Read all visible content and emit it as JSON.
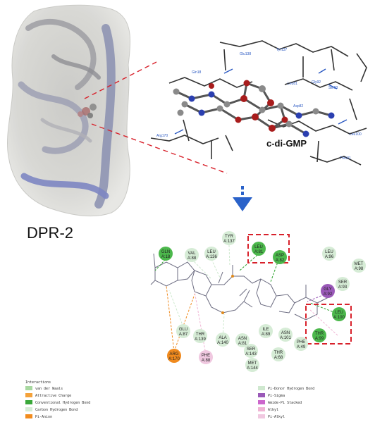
{
  "protein_label": "DPR-2",
  "ligand_label": "c-di-GMP",
  "residues_3d": [
    "Glu138",
    "Tyr137",
    "Gln18",
    "Leu81",
    "Asp82",
    "Ser93",
    "Gly92",
    "Leu100",
    "Arg170",
    "Thr101"
  ],
  "residues_2d": [
    {
      "name": "GLN",
      "id": "A:18"
    },
    {
      "name": "VAL",
      "id": "A:88"
    },
    {
      "name": "LEU",
      "id": "A:136"
    },
    {
      "name": "TYR",
      "id": "A:137"
    },
    {
      "name": "LEU",
      "id": "A:81"
    },
    {
      "name": "ASP",
      "id": "A:82"
    },
    {
      "name": "LEU",
      "id": "A:96"
    },
    {
      "name": "MET",
      "id": "A:98"
    },
    {
      "name": "SER",
      "id": "A:93"
    },
    {
      "name": "GLY",
      "id": "A:92"
    },
    {
      "name": "LEU",
      "id": "A:100"
    },
    {
      "name": "THR",
      "id": "A:99"
    },
    {
      "name": "PHE",
      "id": "A:49"
    },
    {
      "name": "ASN",
      "id": "A:101"
    },
    {
      "name": "THR",
      "id": "A:68"
    },
    {
      "name": "ILE",
      "id": "A:89"
    },
    {
      "name": "ASN",
      "id": "A:81"
    },
    {
      "name": "SER",
      "id": "A:143"
    },
    {
      "name": "MET",
      "id": "A:144"
    },
    {
      "name": "ALA",
      "id": "A:140"
    },
    {
      "name": "THR",
      "id": "A:139"
    },
    {
      "name": "GLU",
      "id": "A:87"
    },
    {
      "name": "ARG",
      "id": "A:170"
    },
    {
      "name": "PHE",
      "id": "A:88"
    }
  ],
  "legend": {
    "title": "Interactions",
    "items": [
      {
        "label": "van der Waals",
        "color": "#a8d8a0"
      },
      {
        "label": "Attractive Charge",
        "color": "#f4a23a"
      },
      {
        "label": "Conventional Hydrogen Bond",
        "color": "#3aa83a"
      },
      {
        "label": "Carbon Hydrogen Bond",
        "color": "#d6ecd6"
      },
      {
        "label": "Pi-Anion",
        "color": "#f28c1e"
      },
      {
        "label": "Pi-Donor Hydrogen Bond",
        "color": "#cfe8cf"
      },
      {
        "label": "Pi-Sigma",
        "color": "#9a59b8"
      },
      {
        "label": "Amide-Pi Stacked",
        "color": "#cc66cc"
      },
      {
        "label": "Alkyl",
        "color": "#f0b4d4"
      },
      {
        "label": "Pi-Alkyl",
        "color": "#f0c8e0"
      }
    ]
  },
  "colors": {
    "dashed_box": "#d8212b",
    "arrow": "#2a62c9",
    "hbond": "#2aa02a",
    "charge": "#f08a1e"
  }
}
